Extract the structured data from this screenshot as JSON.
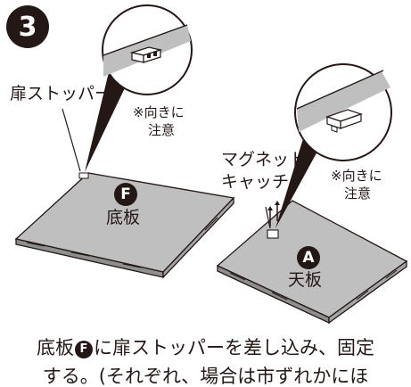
{
  "step": {
    "number": "3"
  },
  "left_panel": {
    "callout_label": "扉ストッパー",
    "note_line1": "※向きに",
    "note_line2": "注意",
    "board_letter": "F",
    "board_label": "底板"
  },
  "right_panel": {
    "callout_line1": "マグネット",
    "callout_line2": "キャッチ",
    "note_line1": "※向きに",
    "note_line2": "注意",
    "board_letter": "A",
    "board_label": "天板"
  },
  "instruction": {
    "line1_before": "底板",
    "line1_badge": "F",
    "line1_after": "に扉ストッパーを差し込み、固定",
    "line2": "する。(それぞれ、場合は市ずれかにほ"
  },
  "colors": {
    "ink": "#231815",
    "board_top": "#bfbfbf",
    "board_edge": "#8f8f8f",
    "paper": "#ffffff"
  }
}
